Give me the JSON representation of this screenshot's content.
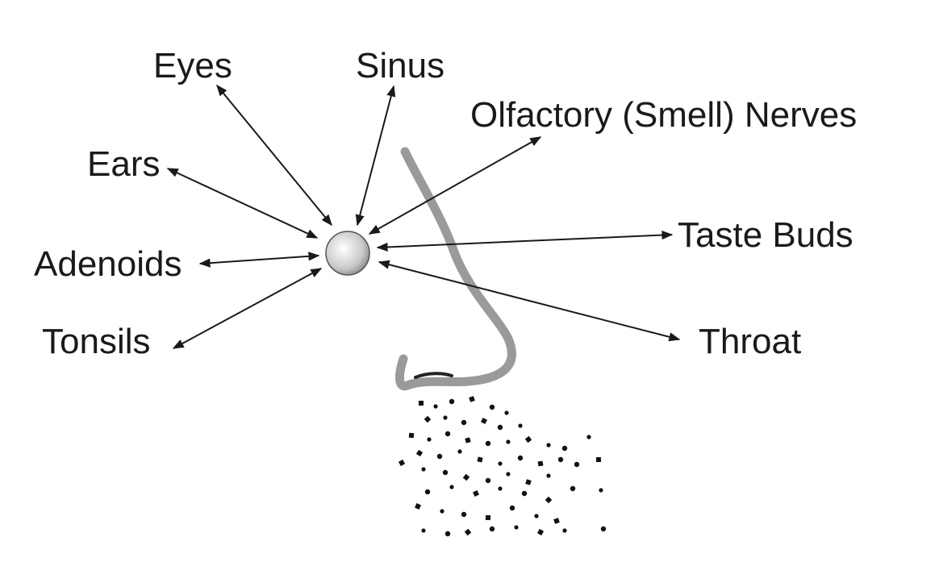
{
  "diagram": {
    "labels": {
      "eyes": "Eyes",
      "sinus": "Sinus",
      "olfactory": "Olfactory (Smell) Nerves",
      "ears": "Ears",
      "taste_buds": "Taste Buds",
      "adenoids": "Adenoids",
      "tonsils": "Tonsils",
      "throat": "Throat"
    },
    "colors": {
      "text": "#1a1a1a",
      "arrows": "#1a1a1a",
      "nose": "#9a9a9a",
      "particles": "#111111",
      "ball_light": "#ffffff",
      "ball_dark": "#8a8a8a"
    }
  }
}
